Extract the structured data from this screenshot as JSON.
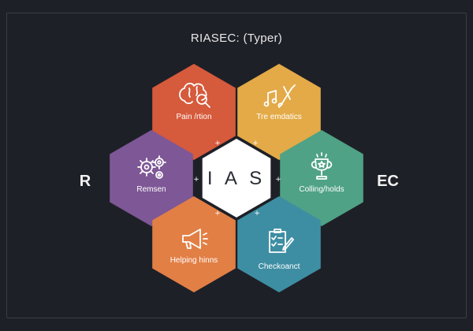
{
  "title": "RIASEC: (Typer)",
  "side_letters": {
    "left": "R",
    "right": "EC"
  },
  "center": {
    "text": "I A S",
    "color": "#ffffff"
  },
  "hexagons": [
    {
      "id": "top-left",
      "label": "Pain /rtion",
      "icon": "brain-magnifier-icon",
      "color": "#d65a3c"
    },
    {
      "id": "top-right",
      "label": "Tre emdatics",
      "icon": "music-brush-icon",
      "color": "#e3aa47"
    },
    {
      "id": "left",
      "label": "Remsen",
      "icon": "gears-icon",
      "color": "#7e5796"
    },
    {
      "id": "right",
      "label": "Colling/holds",
      "icon": "trophy-icon",
      "color": "#4fa285"
    },
    {
      "id": "bottom-left",
      "label": "Helping hinns",
      "icon": "megaphone-icon",
      "color": "#e27f45"
    },
    {
      "id": "bottom-right",
      "label": "Checkoanct",
      "icon": "checklist-icon",
      "color": "#3e8ea3"
    }
  ],
  "connectors": [
    "+",
    "+",
    "+",
    "+",
    "+",
    "+"
  ]
}
